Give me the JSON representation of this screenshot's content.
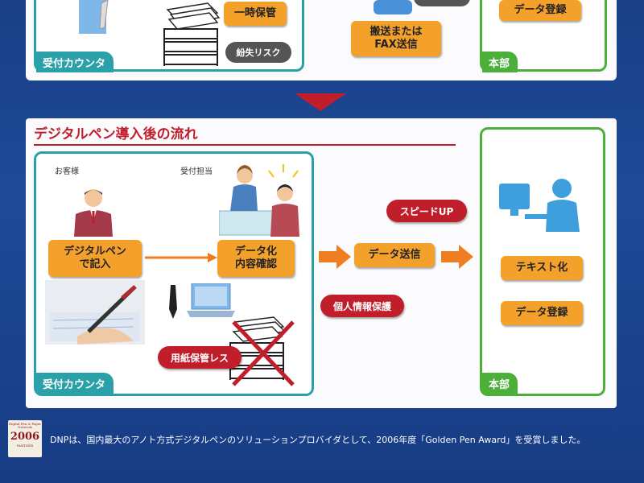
{
  "top_section": {
    "temp_storage": "一時保管",
    "loss_risk": "紛失リスク",
    "transport": "搬送または\nFAX送信",
    "data_register": "データ登録",
    "counter_tab": "受付カウンタ",
    "hq_tab": "本部"
  },
  "main": {
    "heading": "デジタルペン導入後の流れ",
    "customer_label": "お客様",
    "staff_label": "受付担当",
    "step_write": "デジタルペン\nで記入",
    "step_digitize": "データ化\n内容確認",
    "step_send": "データ送信",
    "step_text": "テキスト化",
    "step_register": "データ登録",
    "speed_up": "スピードUP",
    "privacy": "個人情報保護",
    "paperless": "用紙保管レス",
    "counter_tab": "受付カウンタ",
    "hq_tab": "本部"
  },
  "footer": {
    "logo_small": "Digital Pen & Paper Network",
    "logo_year": "2006",
    "logo_sub": "PARTNER",
    "text": "DNPは、国内最大のアノト方式デジタルペンのソリューションプロバイダとして、2006年度「Golden Pen Award」を受賞しました。"
  },
  "colors": {
    "background": "#1e4a97",
    "accent_red": "#c11e2c",
    "orange": "#f4a12c",
    "teal": "#2aa0a8",
    "green": "#4caf3a"
  }
}
